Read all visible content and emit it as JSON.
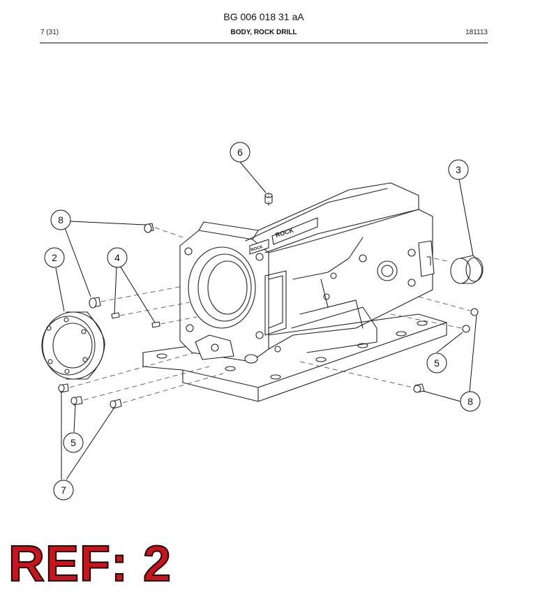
{
  "header": {
    "doc_code": "BG 006 018 31 aA",
    "page": "7 (31)",
    "title": "BODY, ROCK DRILL",
    "date": "181113"
  },
  "diagram": {
    "body_markings": [
      "ROCK",
      "ROCK"
    ],
    "callouts": [
      {
        "id": "c6",
        "label": "6"
      },
      {
        "id": "c3",
        "label": "3"
      },
      {
        "id": "c8a",
        "label": "8"
      },
      {
        "id": "c2",
        "label": "2"
      },
      {
        "id": "c4",
        "label": "4"
      },
      {
        "id": "c5a",
        "label": "5"
      },
      {
        "id": "c8b",
        "label": "8"
      },
      {
        "id": "c5b",
        "label": "5"
      },
      {
        "id": "c7",
        "label": "7"
      }
    ]
  },
  "footer": {
    "ref_label": "REF: 2"
  }
}
